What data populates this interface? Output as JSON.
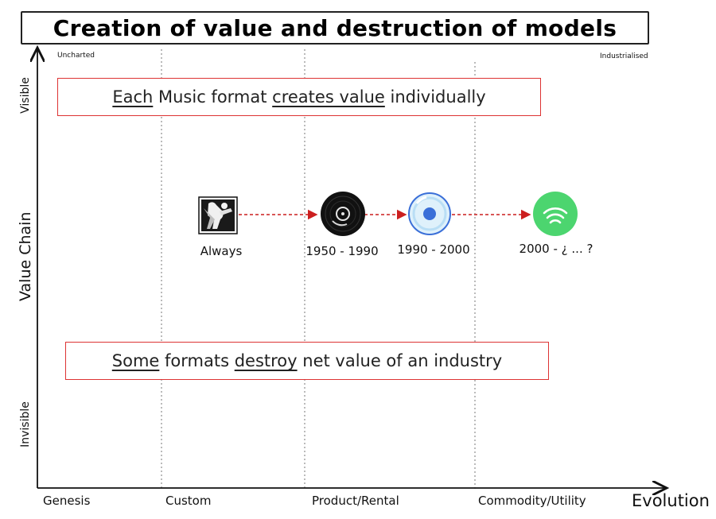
{
  "title": "Creation of value and destruction of models",
  "axes": {
    "y_title": "Value Chain",
    "y_top": "Visible",
    "y_bottom": "Invisible",
    "x_title": "Evolution",
    "corner_left": "Uncharted",
    "corner_right": "Industrialised",
    "stages": [
      "Genesis",
      "Custom",
      "Product/Rental",
      "Commodity/Utility"
    ]
  },
  "messages": {
    "top": {
      "w1": "Each",
      "w2": " Music format ",
      "w3": "creates value",
      "w4": " individually"
    },
    "bottom": {
      "w1": "Some",
      "w2": " formats ",
      "w3": "destroy",
      "w4": " net value of an industry"
    }
  },
  "nodes": [
    {
      "label": "Always",
      "icon": "live-performer-icon"
    },
    {
      "label": "1950 - 1990",
      "icon": "vinyl-record-icon"
    },
    {
      "label": "1990 - 2000",
      "icon": "compact-disc-icon"
    },
    {
      "label": "2000 - ¿ ... ?",
      "icon": "streaming-icon"
    }
  ],
  "colors": {
    "arrow": "#cc1f1f",
    "box_border": "#dd3333",
    "streaming": "#4cd56f",
    "cd": "#3a6fd8"
  }
}
